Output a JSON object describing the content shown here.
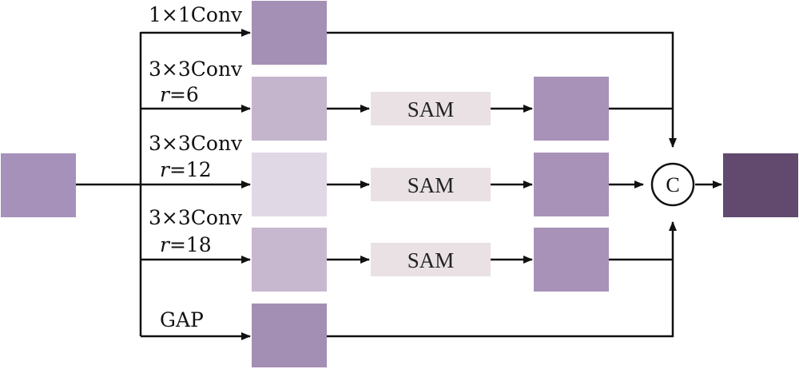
{
  "branches": {
    "conv1x1": {
      "label": "1×1Conv"
    },
    "conv3x3_r6": {
      "label": "3×3Conv",
      "rate_var": "r",
      "rate_val": "=6"
    },
    "conv3x3_r12": {
      "label": "3×3Conv",
      "rate_var": "r",
      "rate_val": "=12"
    },
    "conv3x3_r18": {
      "label": "3×3Conv",
      "rate_var": "r",
      "rate_val": "=18"
    },
    "gap": {
      "label": "GAP"
    }
  },
  "sam": {
    "sam1": "SAM",
    "sam2": "SAM",
    "sam3": "SAM"
  },
  "concat": {
    "symbol": "C"
  },
  "colors": {
    "input": "#a591b9",
    "conv1x1": "#a590b5",
    "conv_r6": "#c4b5cd",
    "conv_r12": "#e1d8e6",
    "conv_r18": "#c7b8d0",
    "gap": "#a48fb4",
    "sam": "#e9e1e3",
    "sam_out": "#a892b8",
    "output": "#614a6d",
    "line": "#111111"
  }
}
